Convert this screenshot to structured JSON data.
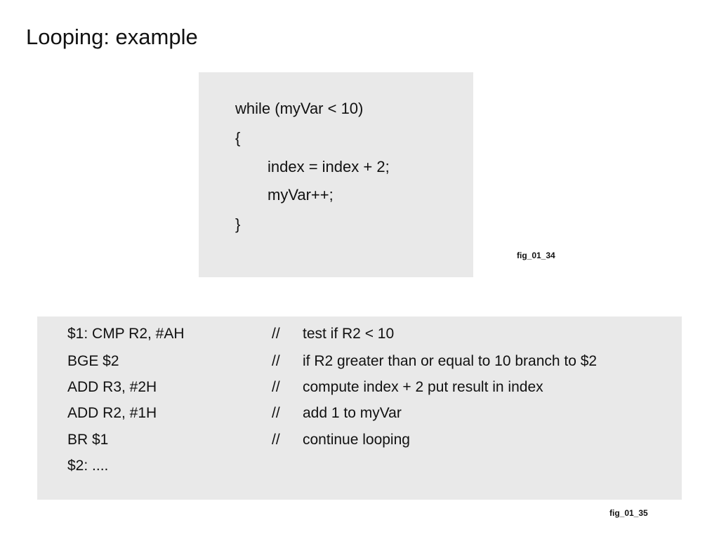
{
  "slide": {
    "title": "Looping: example"
  },
  "c_code": {
    "lines": [
      "while (myVar < 10)",
      "{",
      "index = index + 2;",
      "myVar++;",
      "}"
    ],
    "fig_label": "fig_01_34"
  },
  "assembly": {
    "rows": [
      {
        "instr": "$1: CMP R2, #AH",
        "slash": "//",
        "comment": "test if R2 < 10"
      },
      {
        "instr": "BGE $2",
        "slash": "//",
        "comment": "if R2 greater than or equal to 10 branch to $2"
      },
      {
        "instr": "ADD R3, #2H",
        "slash": "//",
        "comment": "compute index + 2 put result in index"
      },
      {
        "instr": "ADD R2, #1H",
        "slash": "//",
        "comment": "add 1 to myVar"
      },
      {
        "instr": "BR $1",
        "slash": "//",
        "comment": "continue looping"
      },
      {
        "instr": "$2: ....",
        "slash": "",
        "comment": ""
      }
    ],
    "fig_label": "fig_01_35"
  }
}
